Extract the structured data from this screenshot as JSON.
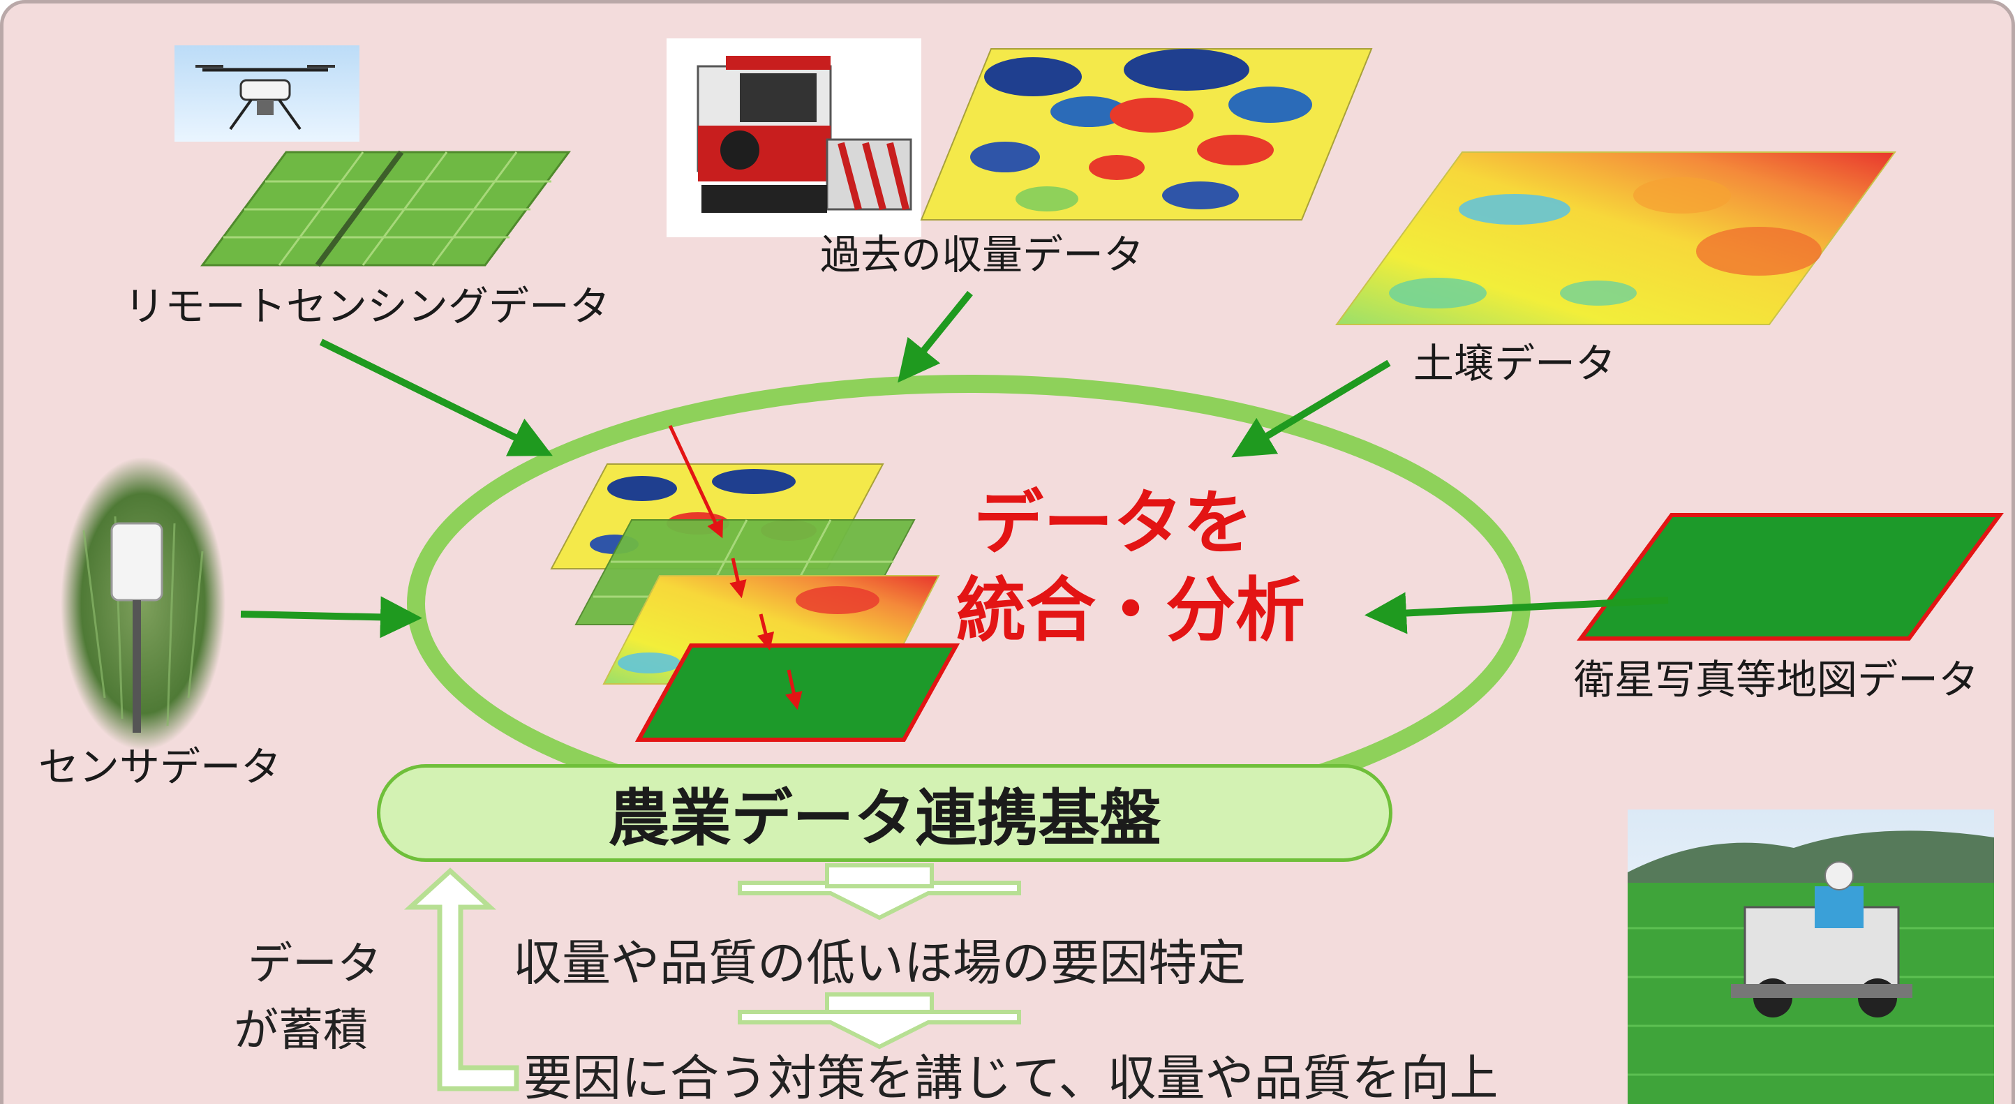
{
  "labels": {
    "remote_sensing": "リモートセンシングデータ",
    "past_yield": "過去の収量データ",
    "soil": "土壌データ",
    "sensor": "センサデータ",
    "satellite_map": "衛星写真等地図データ",
    "integrate_line1": "データを",
    "integrate_line2": "統合・分析",
    "platform": "農業データ連携基盤",
    "step1": "収量や品質の低いほ場の要因特定",
    "step2": "要因に合う対策を講じて、収量や品質を向上",
    "accumulate_line1": "データ",
    "accumulate_line2": "が蓄積"
  },
  "icons": {
    "drone": "drone-photo",
    "combine": "combine-harvester-photo",
    "sensor_device": "field-sensor-photo",
    "tractor": "rice-transplanter-photo"
  },
  "colors": {
    "background": "#f3dcdc",
    "arrow_green": "#1f9a1f",
    "ellipse_green": "#8ed15a",
    "accent_red": "#e31414",
    "platform_fill": "#d3f2b3"
  }
}
